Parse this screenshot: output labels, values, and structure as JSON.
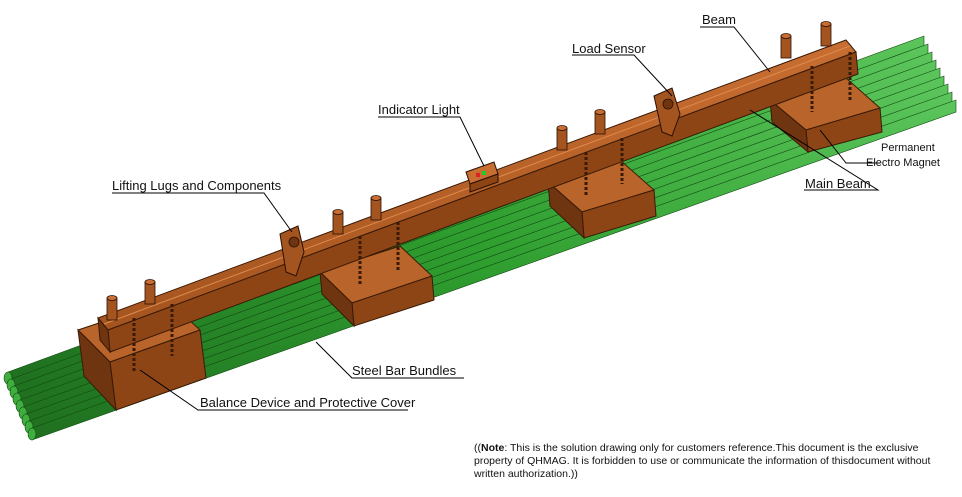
{
  "labels": {
    "beam": "Beam",
    "load_sensor": "Load Sensor",
    "indicator_light": "Indicator Light",
    "lifting_lugs": "Lifting Lugs and Components",
    "permanent": "Permanent",
    "electro_magnet": "Electro Magnet",
    "main_beam": "Main Beam",
    "steel_bar_bundles": "Steel Bar Bundles",
    "balance_device": "Balance Device and Protective Cover"
  },
  "note": {
    "prefix": "((",
    "keyword": "Note",
    "text": ": This is the solution drawing only for customers reference.This document is the exclusive property of QHMAG. It is forbidden to use or communicate the information of thisdocument without written authorization.))"
  },
  "colors": {
    "steel_bar": "#2f9e2f",
    "steel_bar_dark": "#1f6e1f",
    "steel_bar_light": "#5cc65c",
    "beam": "#a4541f",
    "beam_dark": "#6e3510",
    "beam_light": "#c86e32",
    "magnet": "#9a4f1d",
    "leader_line": "#000000"
  }
}
